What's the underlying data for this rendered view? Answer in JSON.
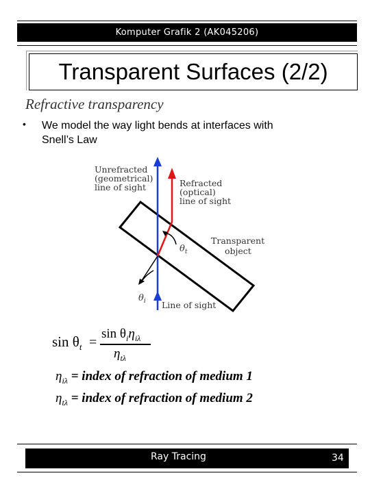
{
  "header": {
    "course": "Komputer Grafik 2 (AK045206)"
  },
  "slide": {
    "title": "Transparent Surfaces (2/2)",
    "subtitle": "Refractive transparency",
    "bullet_marker": "•",
    "bullet_line1": "We model the way light bends at interfaces with",
    "bullet_line2": "Snell’s Law"
  },
  "diagram": {
    "unrefracted_l1": "Unrefracted",
    "unrefracted_l2": "(geometrical)",
    "unrefracted_l3": "line of sight",
    "refracted_l1": "Refracted",
    "refracted_l2": "(optical)",
    "refracted_l3": "line of sight",
    "object_l1": "Transparent",
    "object_l2": "object",
    "theta_t": "θ",
    "theta_t_sub": "t",
    "theta_i": "θ",
    "theta_i_sub": "i",
    "line_of_sight": "Line of sight",
    "colors": {
      "axis": "#1a3fd6",
      "refracted": "#e01515"
    }
  },
  "formula": {
    "lhs": "sin θ",
    "lhs_sub": "t",
    "equals": "=",
    "numerator": "sin θ",
    "num_sub1": "i",
    "num_eta": "η",
    "num_sub2": "iλ",
    "denominator_eta": "η",
    "denominator_sub": "tλ",
    "def1_eta": "η",
    "def1_sub": "iλ",
    "def1_text": "= index of refraction of medium 1",
    "def2_eta": "η",
    "def2_sub": "tλ",
    "def2_text": "= index of refraction of medium 2"
  },
  "footer": {
    "label": "Ray Tracing",
    "page": "34"
  }
}
